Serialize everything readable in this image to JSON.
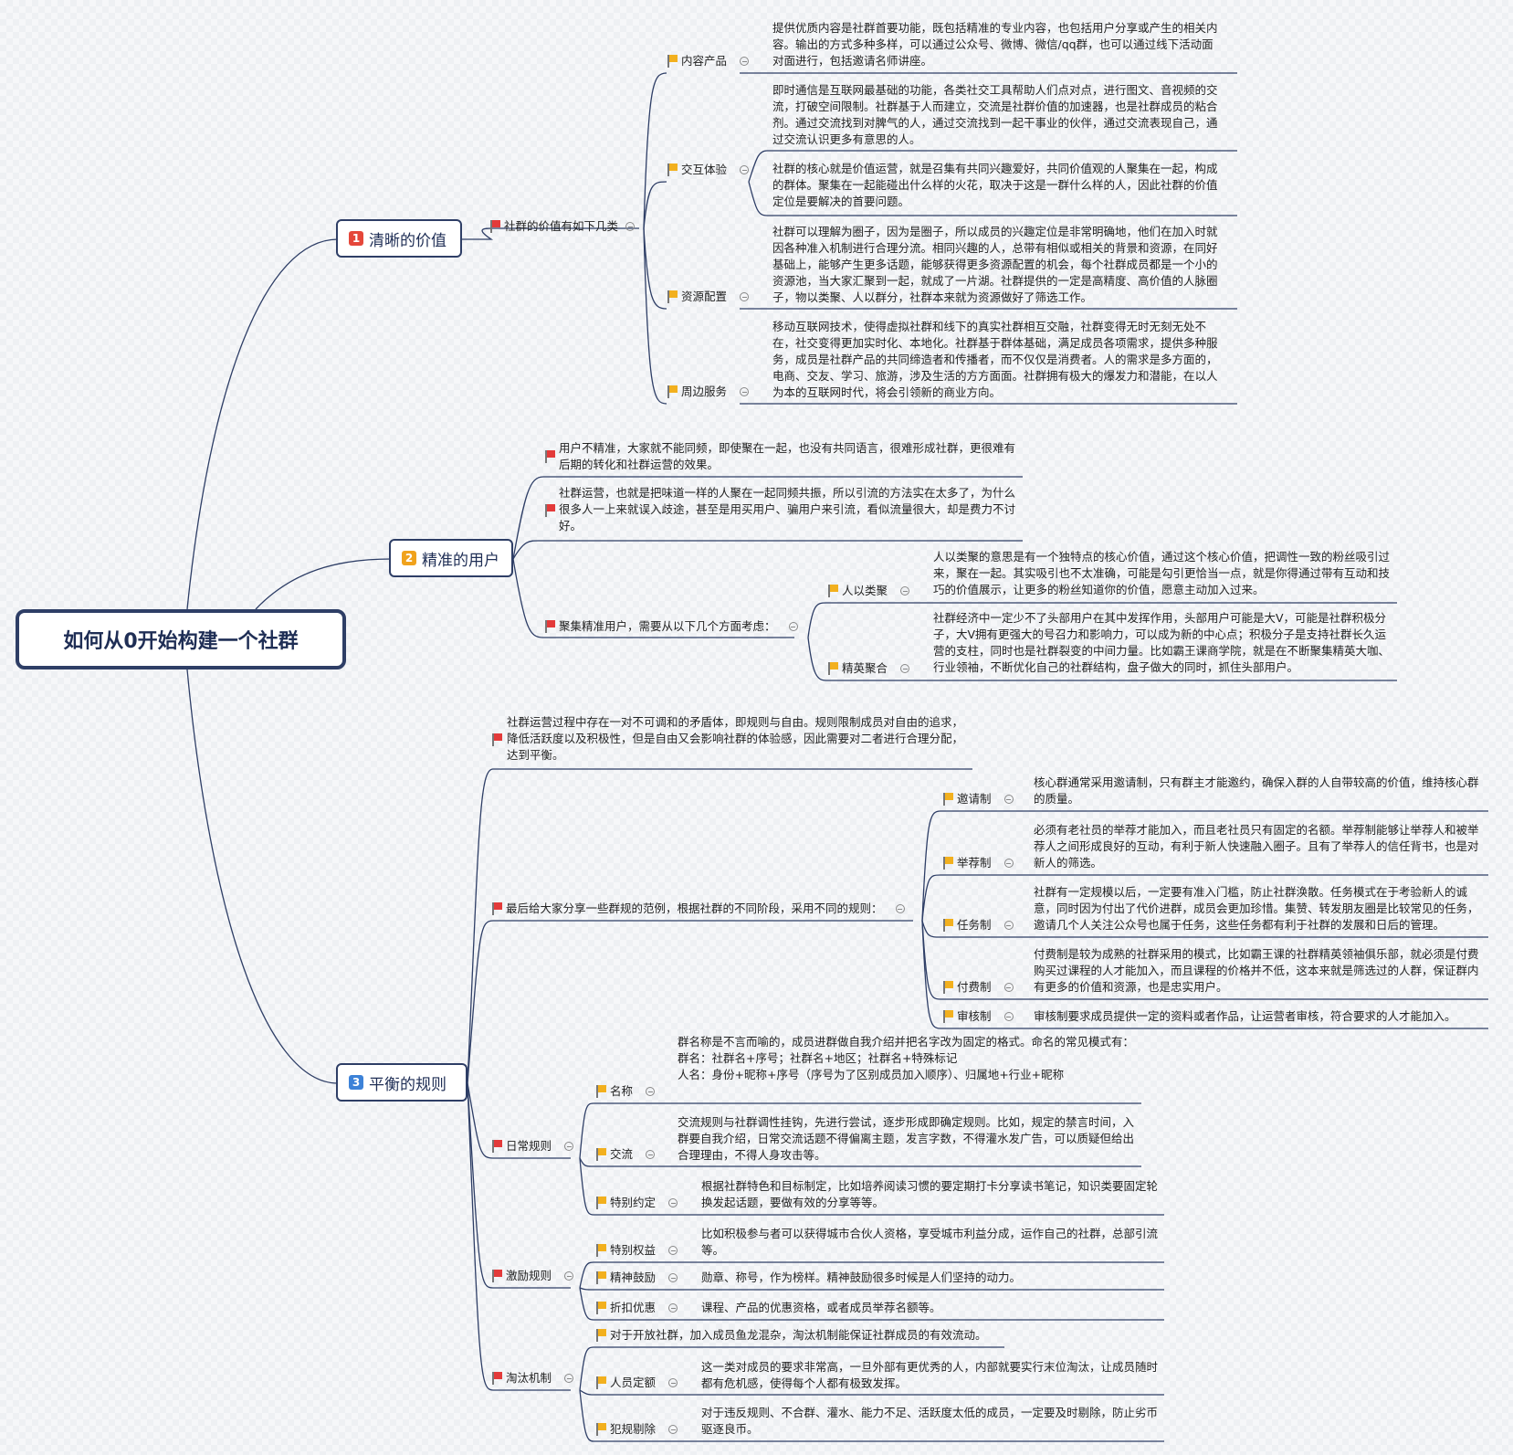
{
  "root": "如何从0开始构建一个社群",
  "b1": {
    "num": "1",
    "title": "清晰的价值",
    "sub": "社群的价值有如下几类",
    "c1": "内容产品",
    "t1": "提供优质内容是社群首要功能，既包括精准的专业内容，也包括用户分享或产生的相关内容。输出的方式多种多样，可以通过公众号、微博、微信/qq群，也可以通过线下活动面对面进行，包括邀请名师讲座。",
    "c2": "交互体验",
    "t2a": "即时通信是互联网最基础的功能，各类社交工具帮助人们点对点，进行图文、音视频的交流，打破空间限制。社群基于人而建立，交流是社群价值的加速器，也是社群成员的粘合剂。通过交流找到对脾气的人，通过交流找到一起干事业的伙伴，通过交流表现自己，通过交流认识更多有意思的人。",
    "t2b": "社群的核心就是价值运营，就是召集有共同兴趣爱好，共同价值观的人聚集在一起，构成的群体。聚集在一起能碰出什么样的火花，取决于这是一群什么样的人，因此社群的价值定位是要解决的首要问题。",
    "c3": "资源配置",
    "t3": "社群可以理解为圈子，因为是圈子，所以成员的兴趣定位是非常明确地，他们在加入时就因各种准入机制进行合理分流。相同兴趣的人，总带有相似或相关的背景和资源，在同好基础上，能够产生更多话题，能够获得更多资源配置的机会，每个社群成员都是一个小的资源池，当大家汇聚到一起，就成了一片湖。社群提供的一定是高精度、高价值的人脉圈子，物以类聚、人以群分，社群本来就为资源做好了筛选工作。",
    "c4": "周边服务",
    "t4": "移动互联网技术，使得虚拟社群和线下的真实社群相互交融，社群变得无时无刻无处不在，社交变得更加实时化、本地化。社群基于群体基础，满足成员各项需求，提供多种服务，成员是社群产品的共同缔造者和传播者，而不仅仅是消费者。人的需求是多方面的，电商、交友、学习、旅游，涉及生活的方方面面。社群拥有极大的爆发力和潜能，在以人为本的互联网时代，将会引领新的商业方向。"
  },
  "b2": {
    "num": "2",
    "title": "精准的用户",
    "f1": "用户不精准，大家就不能同频，即使聚在一起，也没有共同语言，很难形成社群，更很难有后期的转化和社群运营的效果。",
    "f2": "社群运营，也就是把味道一样的人聚在一起同频共振，所以引流的方法实在太多了，为什么很多人一上来就误入歧途，甚至是用买用户、骗用户来引流，看似流量很大，却是费力不讨好。",
    "sub": "聚集精准用户，需要从以下几个方面考虑：",
    "c1": "人以类聚",
    "t1": "人以类聚的意思是有一个独特点的核心价值，通过这个核心价值，把调性一致的粉丝吸引过来，聚在一起。其实吸引也不太准确，可能是勾引更恰当一点，就是你得通过带有互动和技巧的价值展示，让更多的粉丝知道你的价值，愿意主动加入过来。",
    "c2": "精英聚合",
    "t2": "社群经济中一定少不了头部用户在其中发挥作用，头部用户可能是大V，可能是社群积极分子，大V拥有更强大的号召力和影响力，可以成为新的中心点；积极分子是支持社群长久运营的支柱，同时也是社群裂变的中间力量。比如霸王课商学院，就是在不断聚集精英大咖、行业领袖，不断优化自己的社群结构，盘子做大的同时，抓住头部用户。"
  },
  "b3": {
    "num": "3",
    "title": "平衡的规则",
    "f1": "社群运营过程中存在一对不可调和的矛盾体，即规则与自由。规则限制成员对自由的追求，降低活跃度以及积极性，但是自由又会影响社群的体验感，因此需要对二者进行合理分配，达到平衡。",
    "s1": "最后给大家分享一些群规的范例，根据社群的不同阶段，采用不同的规则：",
    "r1": "邀请制",
    "rt1": "核心群通常采用邀请制，只有群主才能邀约，确保入群的人自带较高的价值，维持核心群的质量。",
    "r2": "举荐制",
    "rt2": "必须有老社员的举荐才能加入，而且老社员只有固定的名额。举荐制能够让举荐人和被举荐人之间形成良好的互动，有利于新人快速融入圈子。且有了举荐人的信任背书，也是对新人的筛选。",
    "r3": "任务制",
    "rt3": "社群有一定规模以后，一定要有准入门槛，防止社群涣散。任务模式在于考验新人的诚意，同时因为付出了代价进群，成员会更加珍惜。集赞、转发朋友圈是比较常见的任务，邀请几个人关注公众号也属于任务，这些任务都有利于社群的发展和日后的管理。",
    "r4": "付费制",
    "rt4": "付费制是较为成熟的社群采用的模式，比如霸王课的社群精英领袖俱乐部，就必须是付费购买过课程的人才能加入，而且课程的价格并不低，这本来就是筛选过的人群，保证群内有更多的价值和资源，也是忠实用户。",
    "r5": "审核制",
    "rt5": "审核制要求成员提供一定的资料或者作品，让运营者审核，符合要求的人才能加入。",
    "s2": "日常规则",
    "d1": "名称",
    "dt1": "群名称是不言而喻的，成员进群做自我介绍并把名字改为固定的格式。命名的常见模式有：\n群名：社群名+序号；社群名+地区；社群名+特殊标记\n人名：身份+昵称+序号（序号为了区别成员加入顺序）、归属地+行业+昵称",
    "d2": "交流",
    "dt2": "交流规则与社群调性挂钩，先进行尝试，逐步形成即确定规则。比如，规定的禁言时间，入群要自我介绍，日常交流话题不得偏离主题，发言字数，不得灌水发广告，可以质疑但给出合理理由，不得人身攻击等。",
    "d3": "特别约定",
    "dt3": "根据社群特色和目标制定，比如培养阅读习惯的要定期打卡分享读书笔记，知识类要固定轮换发起话题，要做有效的分享等等。",
    "s3": "激励规则",
    "e1": "特别权益",
    "et1": "比如积极参与者可以获得城市合伙人资格，享受城市利益分成，运作自己的社群，总部引流等。",
    "e2": "精神鼓励",
    "et2": "勋章、称号，作为榜样。精神鼓励很多时候是人们坚持的动力。",
    "e3": "折扣优惠",
    "et3": "课程、产品的优惠资格，或者成员举荐名额等。",
    "s4": "淘汰机制",
    "x0": "对于开放社群，加入成员鱼龙混杂，淘汰机制能保证社群成员的有效流动。",
    "x1": "人员定额",
    "xt1": "这一类对成员的要求非常高，一旦外部有更优秀的人，内部就要实行末位淘汰，让成员随时都有危机感，使得每个人都有极致发挥。",
    "x2": "犯规剔除",
    "xt2": "对于违反规则、不合群、灌水、能力不足、活跃度太低的成员，一定要及时剔除，防止劣币驱逐良币。"
  },
  "colors": {
    "line": "#2e3e66",
    "flag_red": "#e33a3a",
    "flag_yellow": "#f2b01e"
  }
}
